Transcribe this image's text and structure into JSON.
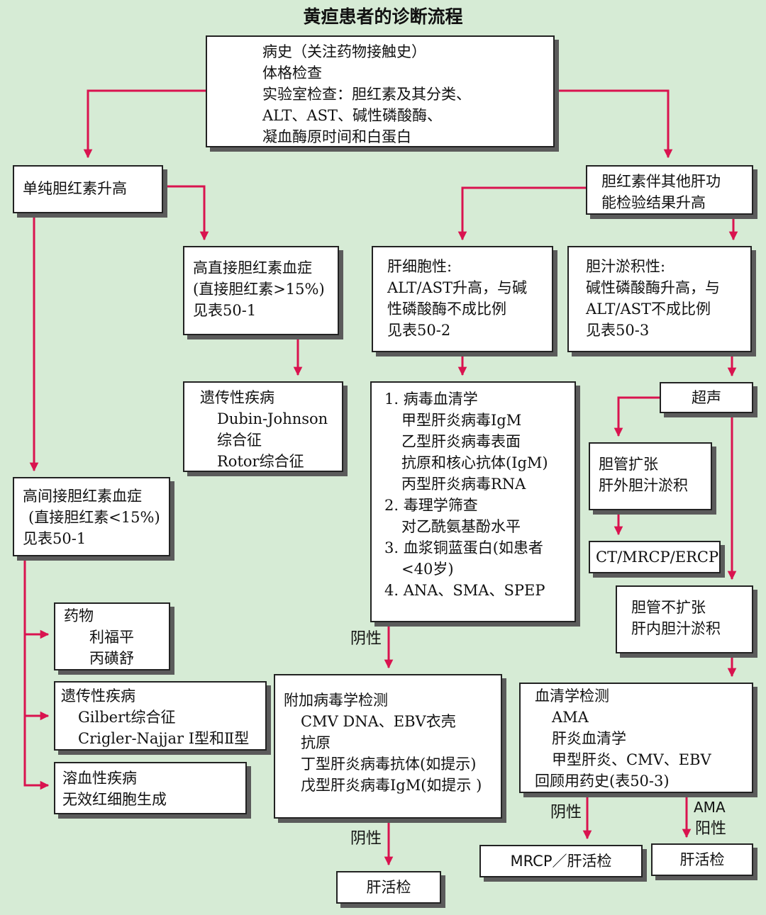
{
  "title": "黄疸患者的诊断流程",
  "colors": {
    "background": "#d6ebd5",
    "arrow": "#d9134f",
    "box_border": "#222222",
    "box_shadow": "#5b5b5b"
  },
  "boxes": {
    "start": {
      "lines": [
        "病史（关注药物接触史）",
        "体格检查",
        "实验室检查：胆红素及其分类、",
        "ALT、AST、碱性磷酸酶、",
        "凝血酶原时间和白蛋白"
      ]
    },
    "isolated": {
      "lines": [
        "单纯胆红素升高"
      ]
    },
    "other_lft": {
      "lines": [
        "胆红素伴其他肝功",
        "能检验结果升高"
      ]
    },
    "direct_hyper": {
      "lines": [
        "高直接胆红素血症",
        "(直接胆红素>15%)",
        "见表50-1"
      ]
    },
    "hereditary_direct": {
      "lines": [
        "遗传性疾病",
        "Dubin-Johnson",
        "综合征",
        "Rotor综合征"
      ]
    },
    "indirect_hyper": {
      "lines": [
        "高间接胆红素血症",
        "(直接胆红素<15%)",
        "见表50-1"
      ]
    },
    "drugs": {
      "lines": [
        "药物",
        "利福平",
        "丙磺舒"
      ]
    },
    "hereditary_indirect": {
      "lines": [
        "遗传性疾病",
        "Gilbert综合征",
        "Crigler-Najjar Ⅰ型和Ⅱ型"
      ]
    },
    "hemolytic": {
      "lines": [
        "溶血性疾病",
        "无效红细胞生成"
      ]
    },
    "hepatocellular": {
      "lines": [
        "肝细胞性:",
        "ALT/AST升高，与碱",
        "性磷酸酶不成比例",
        "见表50-2"
      ]
    },
    "cholestatic": {
      "lines": [
        "胆汁淤积性:",
        "碱性磷酸酶升高，与",
        "ALT/AST不成比例",
        "见表50-3"
      ]
    },
    "serology": {
      "lines": [
        "1. 病毒血清学",
        "甲型肝炎病毒IgM",
        "乙型肝炎病毒表面",
        "抗原和核心抗体(IgM)",
        "丙型肝炎病毒RNA",
        "2. 毒理学筛查",
        "对乙酰氨基酚水平",
        "3. 血浆铜蓝蛋白(如患者",
        "<40岁)",
        "4. ANA、SMA、SPEP"
      ]
    },
    "ultrasound": {
      "lines": [
        "超声"
      ]
    },
    "dilated": {
      "lines": [
        "胆管扩张",
        "肝外胆汁淤积"
      ]
    },
    "ct": {
      "lines": [
        "CT/MRCP/ERCP"
      ]
    },
    "not_dilated": {
      "lines": [
        "胆管不扩张",
        "肝内胆汁淤积"
      ]
    },
    "extra_viral": {
      "lines": [
        "附加病毒学检测",
        "CMV DNA、EBV衣壳",
        "抗原",
        "丁型肝炎病毒抗体(如提示)",
        "戊型肝炎病毒IgM(如提示 )"
      ]
    },
    "serology2": {
      "lines": [
        "血清学检测",
        "AMA",
        "肝炎血清学",
        "甲型肝炎、CMV、EBV",
        "回顾用药史(表50-3)"
      ]
    },
    "biopsy_left": {
      "lines": [
        "肝活检"
      ]
    },
    "mrcp_biopsy": {
      "lines": [
        "MRCP／肝活检"
      ]
    },
    "biopsy_right": {
      "lines": [
        "肝活检"
      ]
    }
  },
  "labels": {
    "negative1": "阴性",
    "negative2": "阴性",
    "negative3": "阴性",
    "ama_line1": "AMA",
    "ama_line2": "阳性"
  }
}
